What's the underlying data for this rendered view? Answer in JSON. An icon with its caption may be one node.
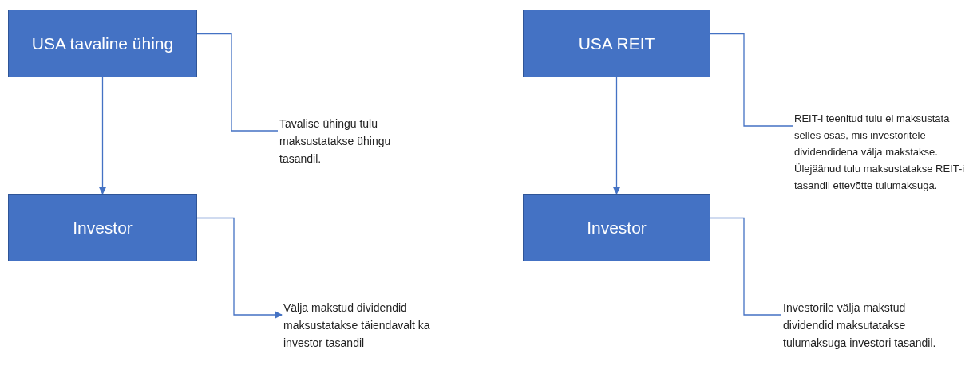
{
  "diagram": {
    "nodes": [
      {
        "text": [
          "USA tavaline ühing"
        ]
      },
      {
        "text": [
          "Investor"
        ]
      },
      {
        "text": [
          "Tavalise ühingu tulu maksustatakse ühingu tasandil."
        ]
      },
      {
        "text": [
          "Välja makstud dividendid maksustatakse täiendavalt ka investor tasandil"
        ]
      },
      {
        "text": [
          "USA REIT"
        ]
      },
      {
        "text": [
          "Investor"
        ]
      },
      {
        "text": [
          "REIT-i teenitud tulu ei maksustata selles osas, mis investoritele dividendidena välja makstakse. Ülejäänud tulu maksustatakse REIT-i tasandil ettevõtte tulumaksuga."
        ]
      },
      {
        "text": [
          "Investorile välja makstud dividendid maksutatakse tulumaksuga investori tasandil."
        ]
      }
    ],
    "edges": [
      {
        "from": 0,
        "to": 1,
        "arrow": "to"
      },
      {
        "from": 0,
        "to": 2,
        "arrow": "none"
      },
      {
        "from": 1,
        "to": 3,
        "arrow": "to"
      },
      {
        "from": 4,
        "to": 5,
        "arrow": "to"
      },
      {
        "from": 4,
        "to": 6,
        "arrow": "none"
      },
      {
        "from": 5,
        "to": 7,
        "arrow": "none"
      }
    ]
  }
}
